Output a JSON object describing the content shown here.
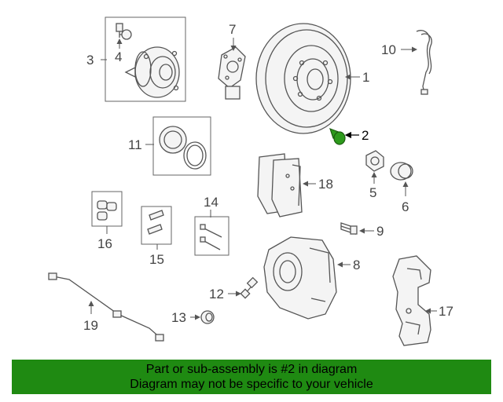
{
  "callouts": {
    "c1": "1",
    "c2": "2",
    "c3": "3",
    "c4": "4",
    "c5": "5",
    "c6": "6",
    "c7": "7",
    "c8": "8",
    "c9": "9",
    "c10": "10",
    "c11": "11",
    "c12": "12",
    "c13": "13",
    "c14": "14",
    "c15": "15",
    "c16": "16",
    "c17": "17",
    "c18": "18",
    "c19": "19"
  },
  "banner": {
    "line1": "Part or sub-assembly is #2 in diagram",
    "line2": "Diagram may not be specific to your vehicle"
  },
  "colors": {
    "banner_bg": "#1f8a12",
    "highlight_part": "#2d9a1c",
    "line_art": "#555555"
  }
}
